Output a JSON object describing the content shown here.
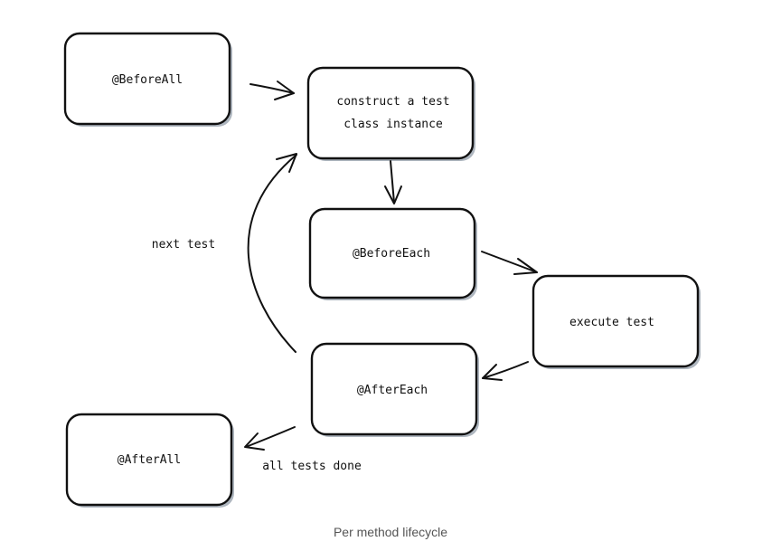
{
  "diagram": {
    "nodes": {
      "before_all": "@BeforeAll",
      "construct_line1": "construct a test",
      "construct_line2": "class instance",
      "before_each": "@BeforeEach",
      "execute_test": "execute test",
      "after_each": "@AfterEach",
      "after_all": "@AfterAll"
    },
    "edge_labels": {
      "next_test": "next test",
      "all_tests_done": "all tests done"
    },
    "caption": "Per method lifecycle"
  }
}
